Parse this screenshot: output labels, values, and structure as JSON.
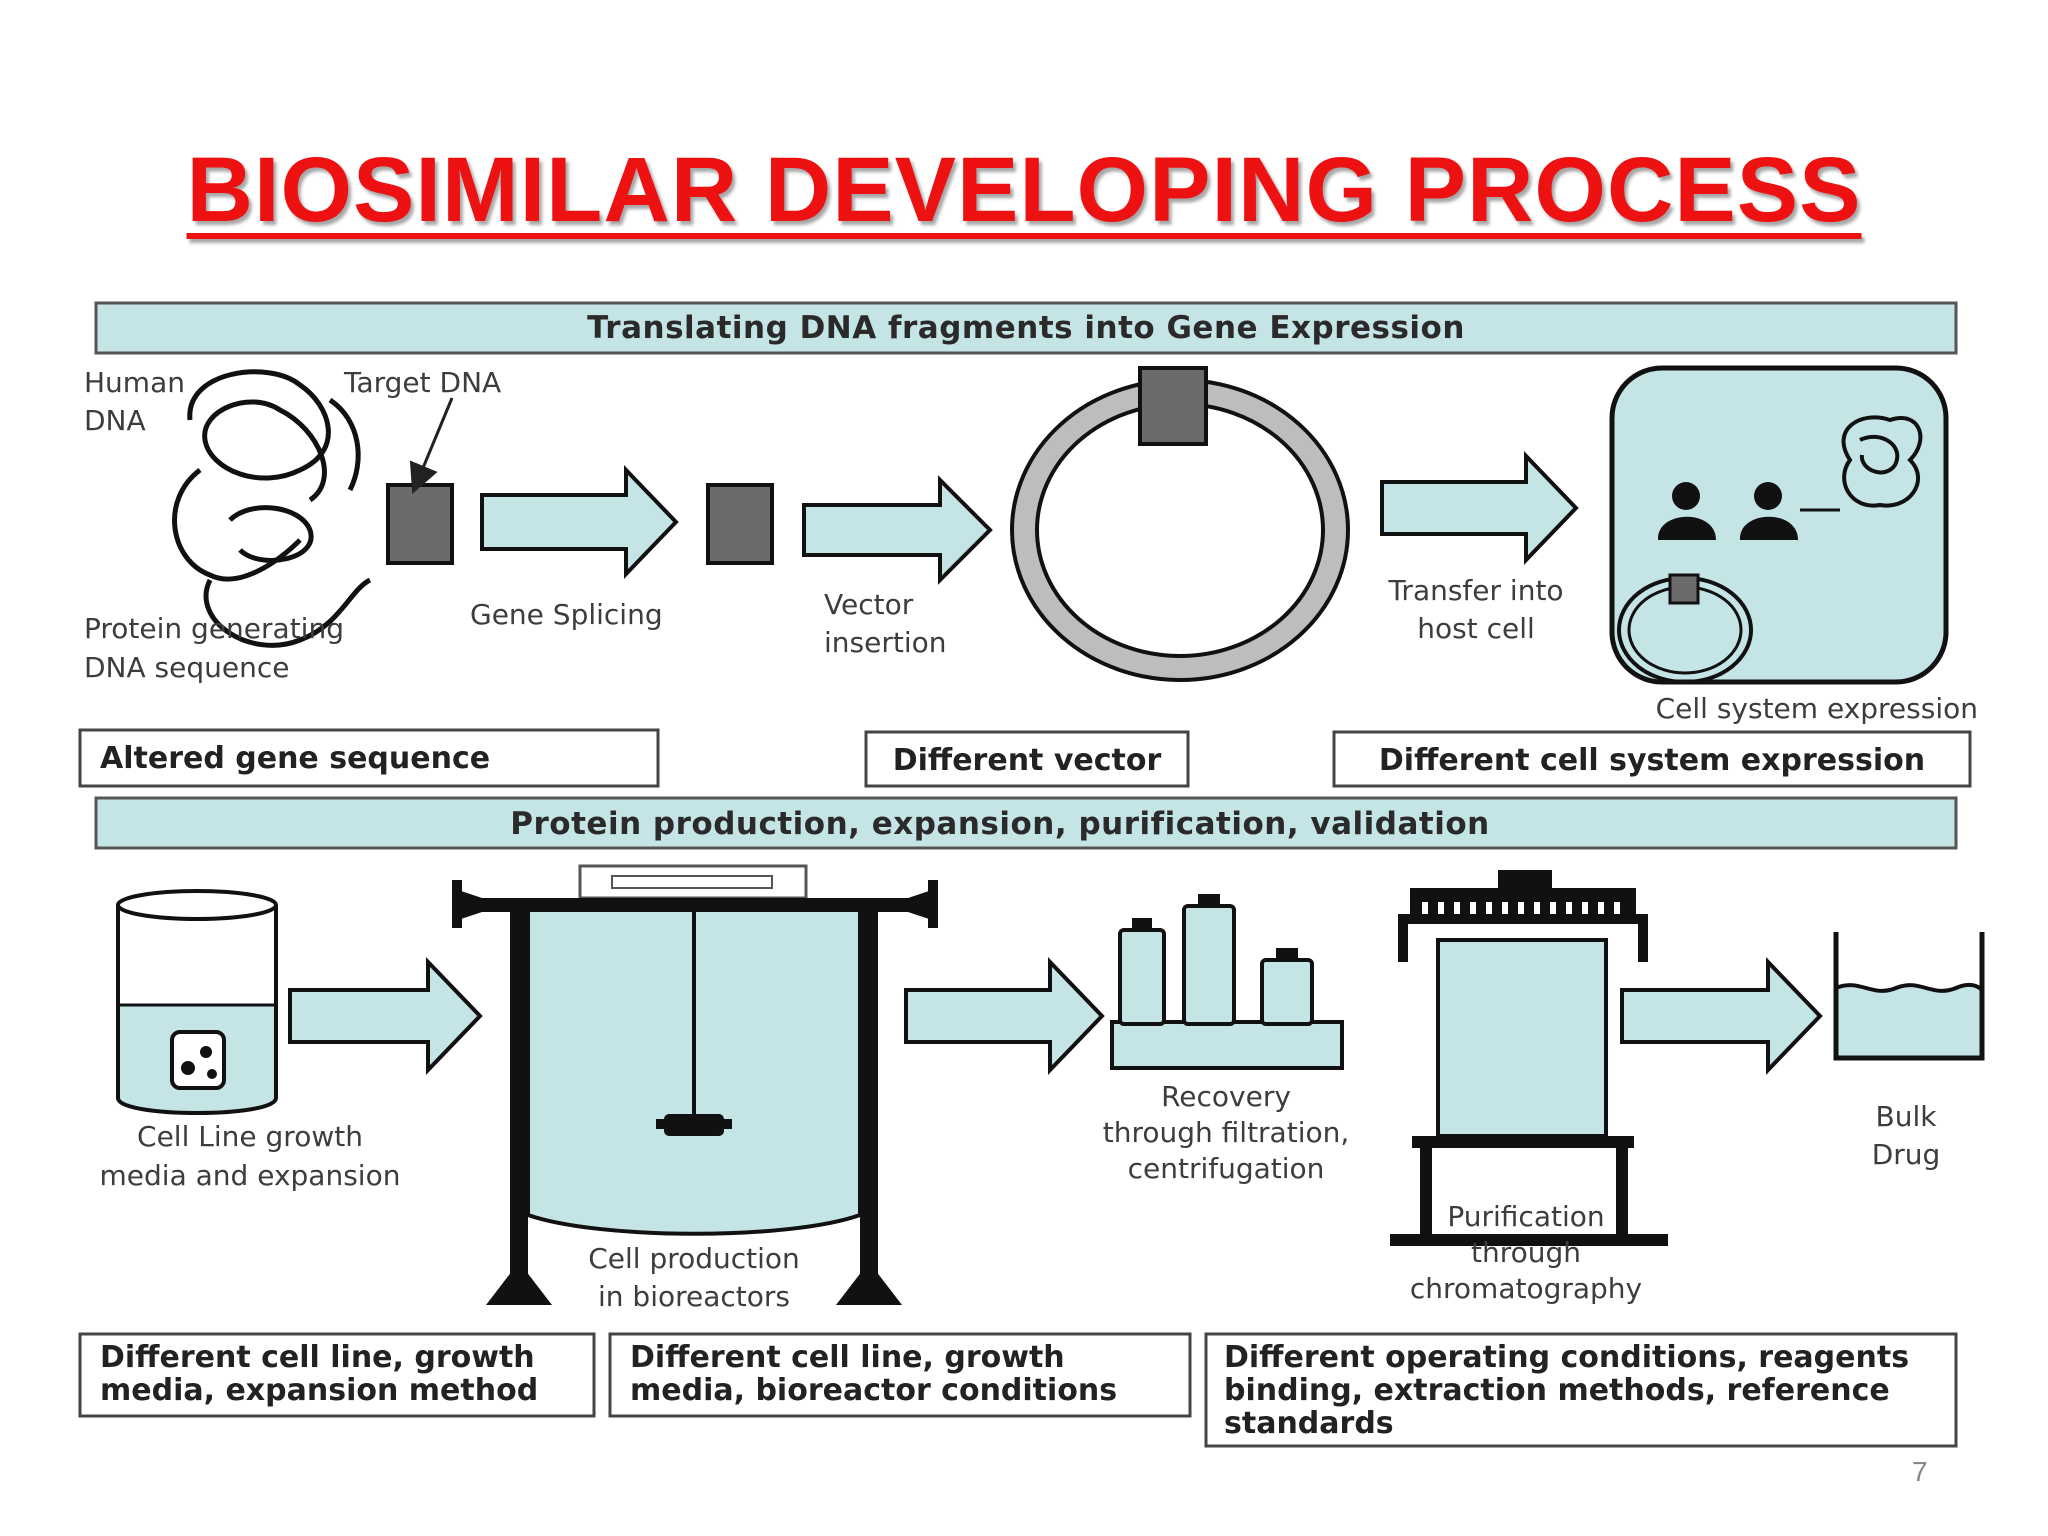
{
  "title": "BIOSIMILAR DEVELOPING PROCESS",
  "page_number": "7",
  "colors": {
    "title": "#ee1111",
    "fill": "#c5e4e6",
    "dark": "#6b6b6b",
    "outline": "#111111"
  },
  "top_band": "Translating DNA fragments into Gene Expression",
  "bottom_band": "Protein production, expansion, purification, validation",
  "top_labels": {
    "human_dna": [
      "Human",
      "DNA"
    ],
    "target_dna": "Target DNA",
    "protein_generating": [
      "Protein generating",
      "DNA sequence"
    ],
    "gene_splicing": "Gene Splicing",
    "vector_insertion": [
      "Vector",
      "insertion"
    ],
    "transfer": [
      "Transfer into",
      "host cell"
    ],
    "cell_system": "Cell system expression"
  },
  "top_boxes": [
    "Altered gene sequence",
    "Different vector",
    "Different cell system expression"
  ],
  "bottom_labels": {
    "cell_line": [
      "Cell Line growth",
      "media and expansion"
    ],
    "cell_production": [
      "Cell production",
      "in bioreactors"
    ],
    "recovery": [
      "Recovery",
      "through filtration,",
      "centrifugation"
    ],
    "purification": [
      "Purification",
      "through",
      "chromatography"
    ],
    "bulk": [
      "Bulk",
      "Drug"
    ]
  },
  "bottom_boxes": [
    [
      "Different cell line, growth",
      "media, expansion method"
    ],
    [
      "Different cell line, growth",
      "media, bioreactor conditions"
    ],
    [
      "Different operating conditions, reagents",
      "binding, extraction methods, reference",
      "standards"
    ]
  ]
}
